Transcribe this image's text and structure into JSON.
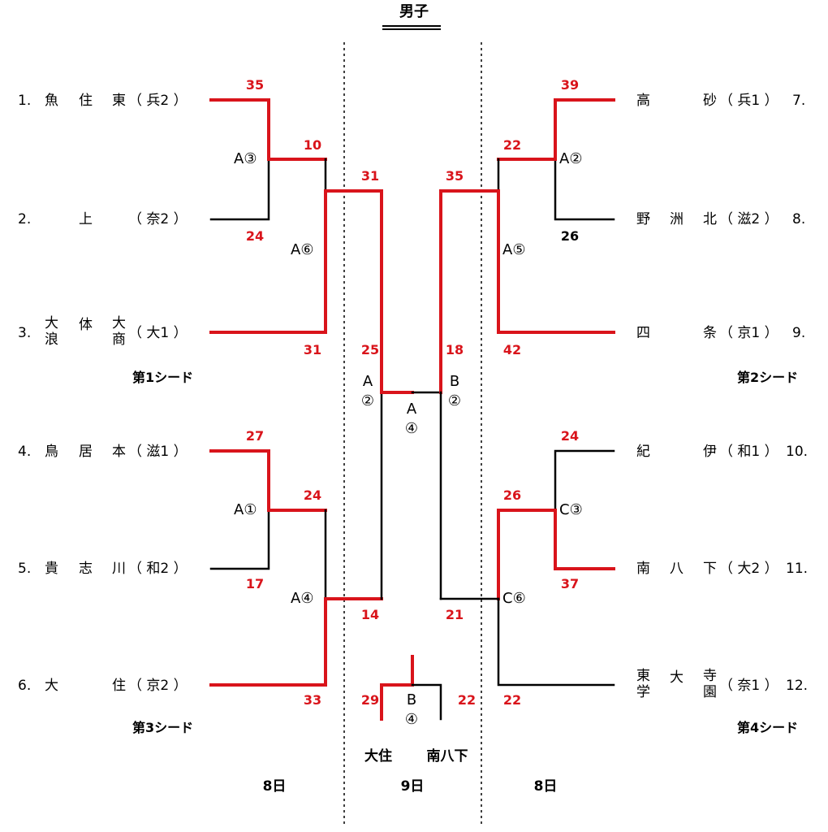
{
  "title": "男子",
  "days": {
    "left": "8日",
    "center": "9日",
    "right": "8日"
  },
  "seeds": {
    "s1": "第1シード",
    "s2": "第2シード",
    "s3": "第3シード",
    "s4": "第4シード"
  },
  "left_teams": [
    {
      "num": "1.",
      "c1": "魚",
      "c2": "住",
      "c3": "東",
      "pref": "（ 兵2 ）"
    },
    {
      "num": "2.",
      "c1": "",
      "c2": "上",
      "c3": "",
      "pref": "（ 奈2 ）"
    },
    {
      "num": "3.",
      "c1a": "大",
      "c1b": "浪",
      "c2": "体",
      "c3a": "大",
      "c3b": "商",
      "pref": "（ 大1 ）"
    },
    {
      "num": "4.",
      "c1": "鳥",
      "c2": "居",
      "c3": "本",
      "pref": "（ 滋1 ）"
    },
    {
      "num": "5.",
      "c1": "貴",
      "c2": "志",
      "c3": "川",
      "pref": "（ 和2 ）"
    },
    {
      "num": "6.",
      "c1": "大",
      "c2": "",
      "c3": "住",
      "pref": "（ 京2 ）"
    }
  ],
  "right_teams": [
    {
      "num": "7.",
      "c1": "高",
      "c2": "",
      "c3": "砂",
      "pref": "（ 兵1 ）"
    },
    {
      "num": "8.",
      "c1": "野",
      "c2": "洲",
      "c3": "北",
      "pref": "（ 滋2 ）"
    },
    {
      "num": "9.",
      "c1": "四",
      "c2": "",
      "c3": "条",
      "pref": "（ 京1 ）"
    },
    {
      "num": "10.",
      "c1": "紀",
      "c2": "",
      "c3": "伊",
      "pref": "（ 和1 ）"
    },
    {
      "num": "11.",
      "c1": "南",
      "c2": "八",
      "c3": "下",
      "pref": "（ 大2 ）"
    },
    {
      "num": "12.",
      "c1a": "東",
      "c1b": "学",
      "c2": "大",
      "c3a": "寺",
      "c3b": "園",
      "pref": "（ 奈1 ）"
    }
  ],
  "matches": {
    "a3": {
      "label": "A③",
      "top": "35",
      "bottom": "24"
    },
    "a1": {
      "label": "A①",
      "top": "27",
      "bottom": "17"
    },
    "a6": {
      "label": "A⑥",
      "top": "10",
      "bottom": "31"
    },
    "a4": {
      "label": "A④",
      "top": "24",
      "bottom": "33"
    },
    "a2": {
      "label": "A②",
      "top": "39",
      "bottom": "26"
    },
    "c3": {
      "label": "C③",
      "top": "24",
      "bottom": "37"
    },
    "a5": {
      "label": "A⑤",
      "top": "22",
      "bottom": "42"
    },
    "c6": {
      "label": "C⑥",
      "top": "26",
      "bottom": "22"
    },
    "semi_a": {
      "l1": "A",
      "l2": "②",
      "top": "31",
      "bottom": "14",
      "inner_top": "25"
    },
    "semi_b": {
      "l1": "B",
      "l2": "②",
      "top": "35",
      "bottom": "21",
      "inner_top": "18"
    },
    "final": {
      "l1": "A",
      "l2": "④"
    },
    "third": {
      "l1": "B",
      "l2": "④",
      "left": "29",
      "right": "22",
      "left_team": "大住",
      "right_team": "南八下"
    }
  },
  "colors": {
    "winner": "#d9141b",
    "line": "#000000"
  }
}
